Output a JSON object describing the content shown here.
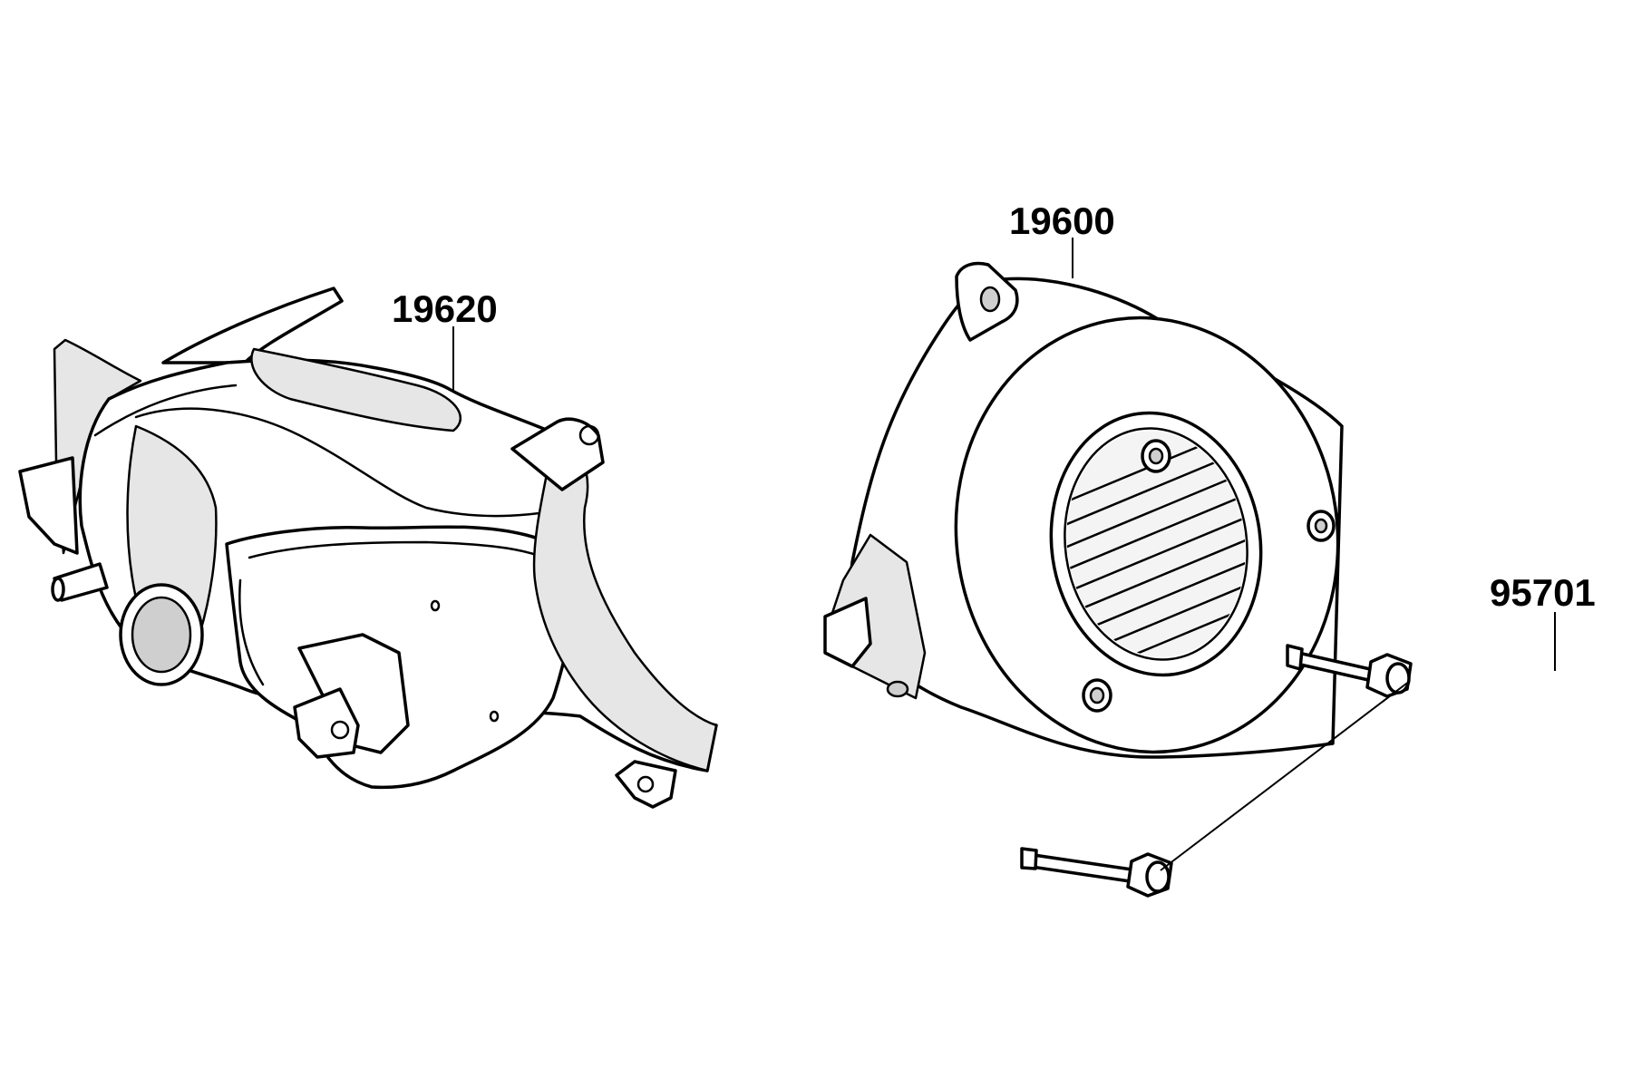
{
  "callouts": {
    "part_19620": "19620",
    "part_19600": "19600",
    "part_95701": "95701"
  },
  "colors": {
    "line": "#000000",
    "background": "#ffffff",
    "shade": "#e6e6e6"
  }
}
